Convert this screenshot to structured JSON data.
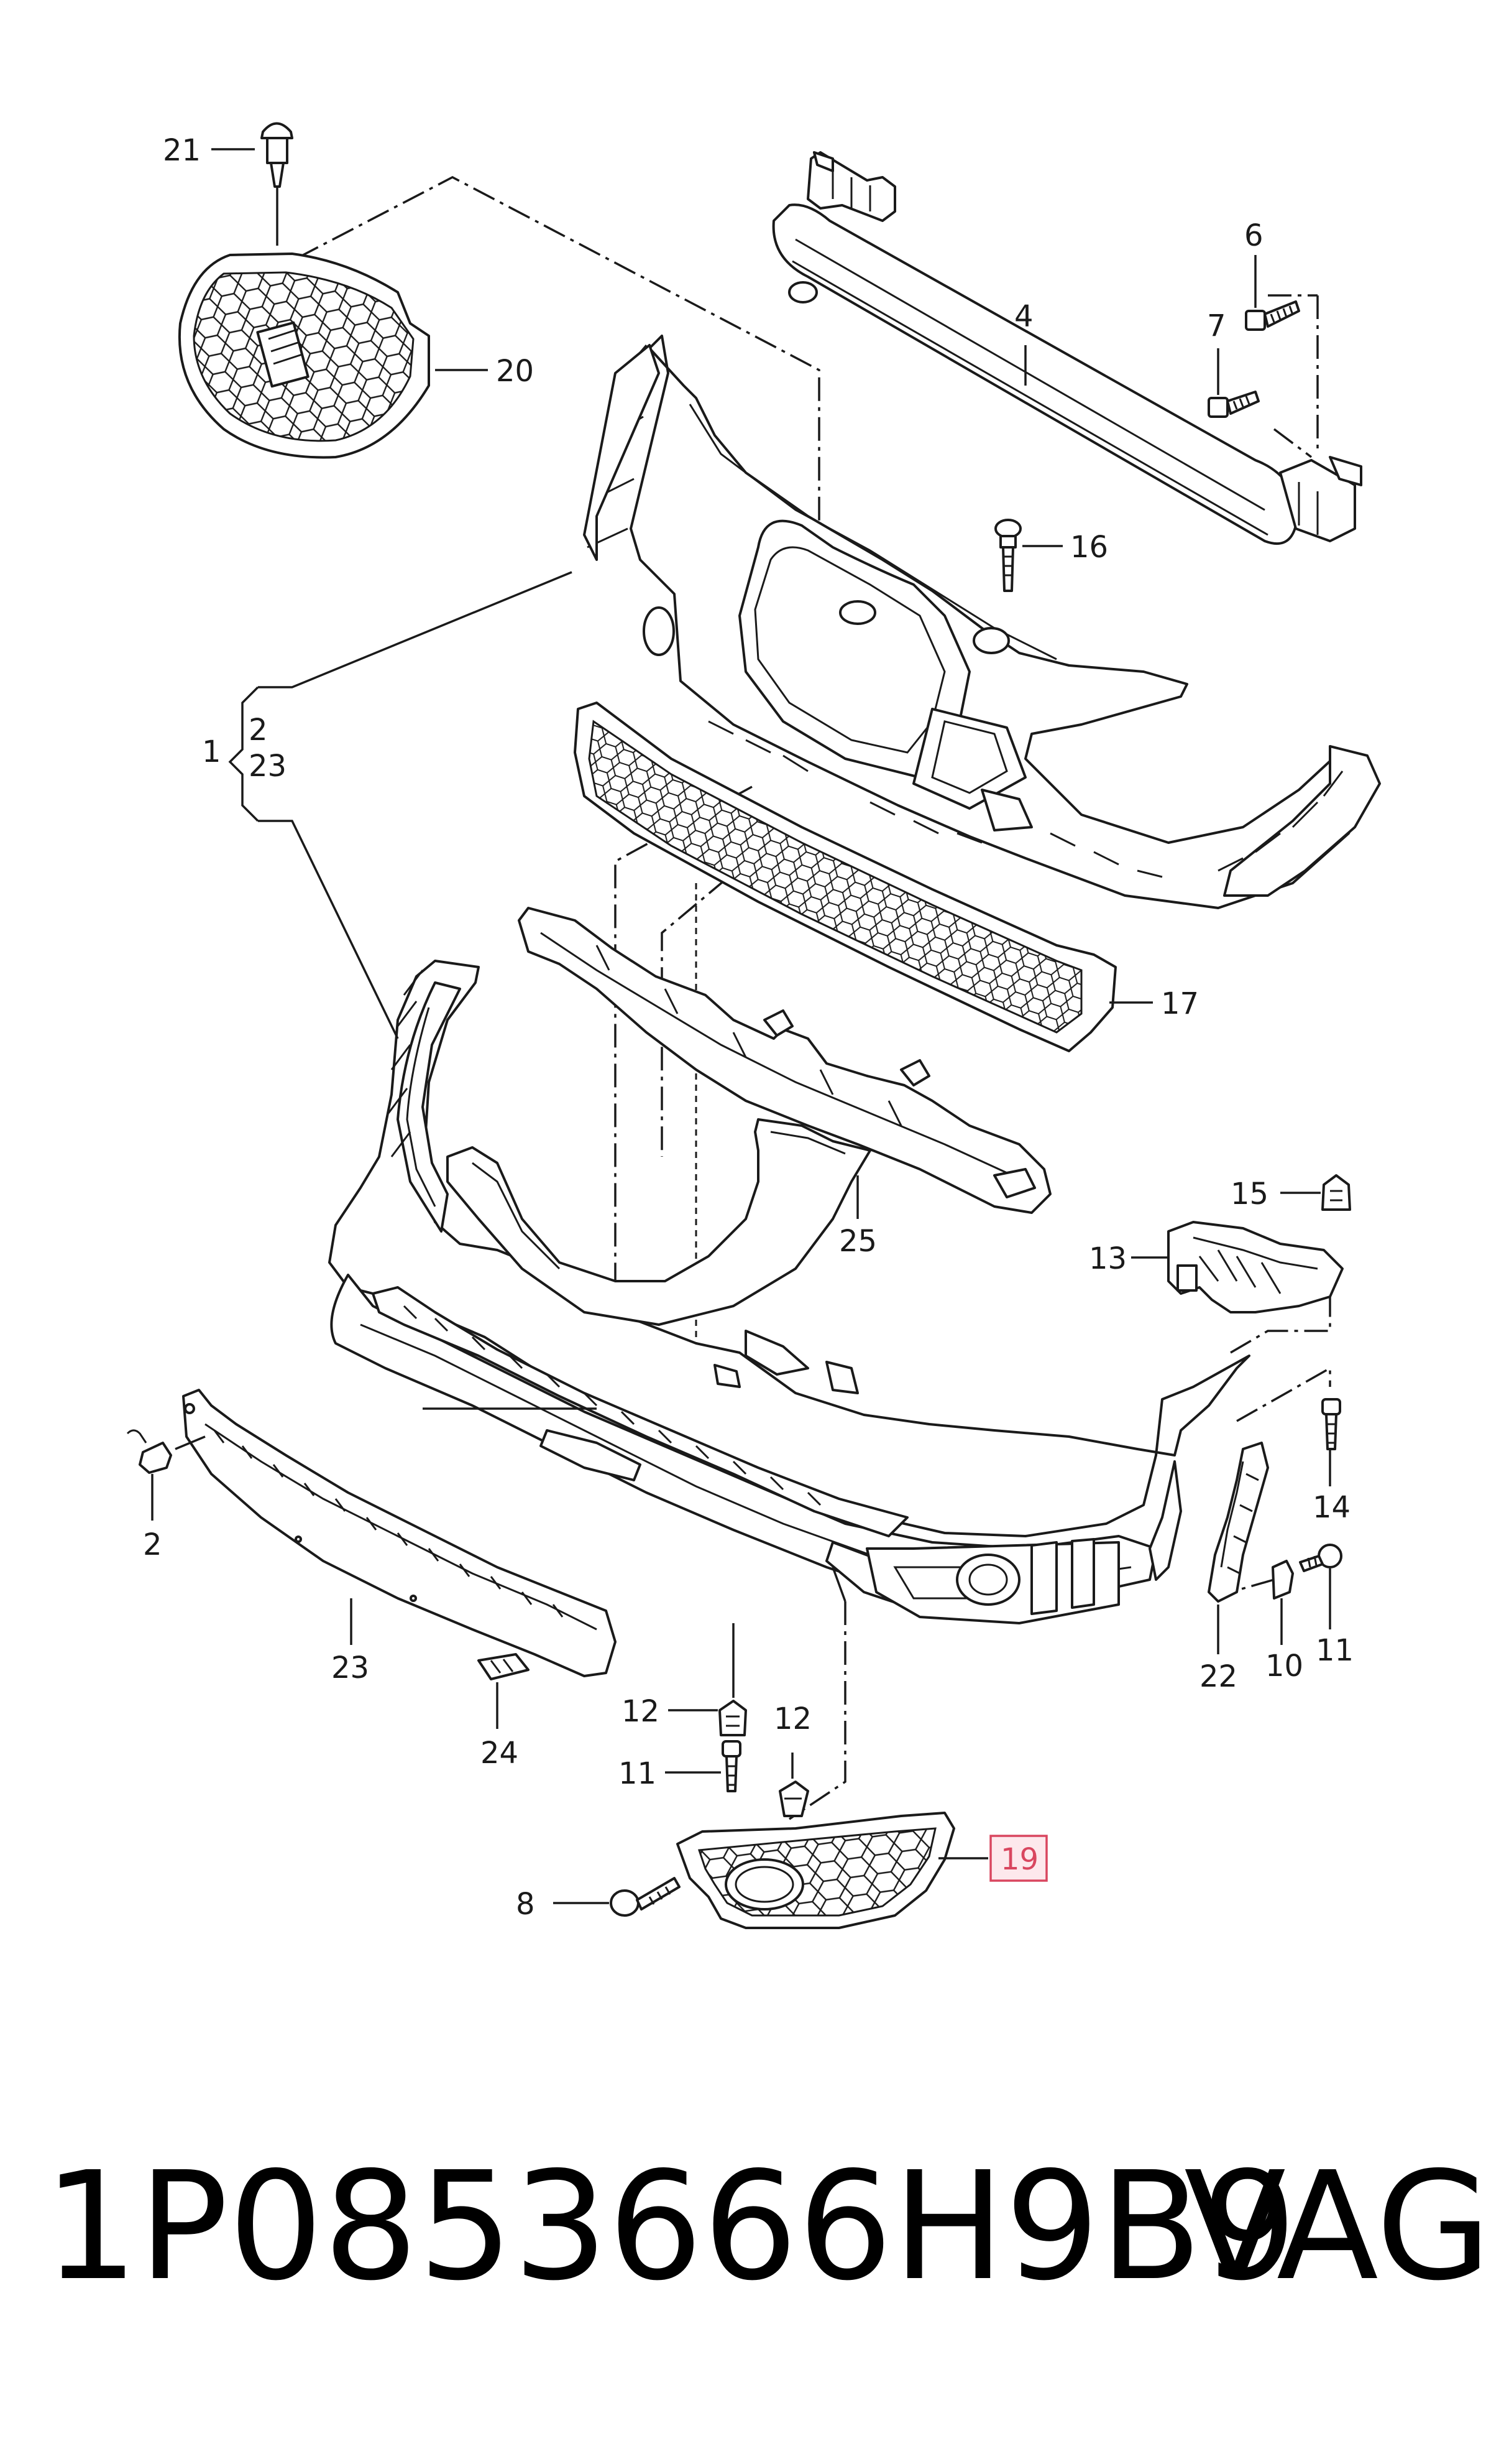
{
  "diagram": {
    "callouts": {
      "c1": "1",
      "c2a": "2",
      "c23a": "23",
      "c2b": "2",
      "c4": "4",
      "c6": "6",
      "c7": "7",
      "c8": "8",
      "c10": "10",
      "c11a": "11",
      "c11b": "11",
      "c12a": "12",
      "c12b": "12",
      "c13": "13",
      "c14": "14",
      "c15": "15",
      "c16": "16",
      "c17": "17",
      "c19": "19",
      "c20": "20",
      "c21": "21",
      "c22": "22",
      "c23b": "23",
      "c24": "24",
      "c25": "25"
    },
    "highlight_color": "#d9465f",
    "highlight_fill": "#fde8ec"
  },
  "footer": {
    "part_number": "1P0853666H9B9",
    "brand": "VAG"
  }
}
